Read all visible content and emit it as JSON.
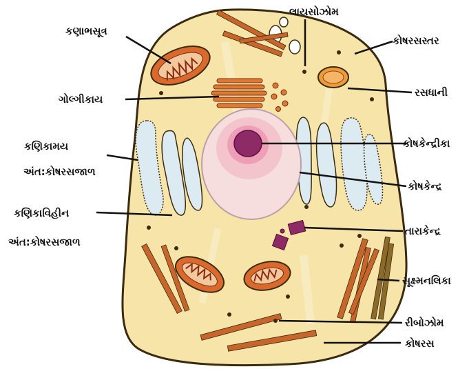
{
  "diagram": {
    "colors": {
      "cytoplasm": "#f6e4a8",
      "membrane": "#3a2a10",
      "nucleus": "#f7dede",
      "nucleolus": "#8e2a66",
      "mitochondria": "#d9692c",
      "microtubule": "#c8652a",
      "er": "#dceaf2"
    },
    "labels": {
      "mitochondria": "કણાભસૂત્ર",
      "golgi": "ગોલ્ગીકાય",
      "rough_er_1": "કણિકામય",
      "rough_er_2": "અંત:કોષરસજાળ",
      "smooth_er_1": "કણિકાવિહીન",
      "smooth_er_2": "અંત:કોષરસજાળ",
      "lysosome": "લાયસોઝોમ",
      "cell_membrane": "કોષરસસ્તર",
      "vacuole": "રસધાની",
      "nucleolus": "કોષકેન્દ્રીકા",
      "nucleus": "કોષકેન્દ્ર",
      "centrosome": "તારાકેન્દ્ર",
      "microtubule": "સૂક્ષ્મનલિકા",
      "ribosome": "રીબોઝોમ",
      "cytoplasm": "કોષરસ"
    }
  }
}
